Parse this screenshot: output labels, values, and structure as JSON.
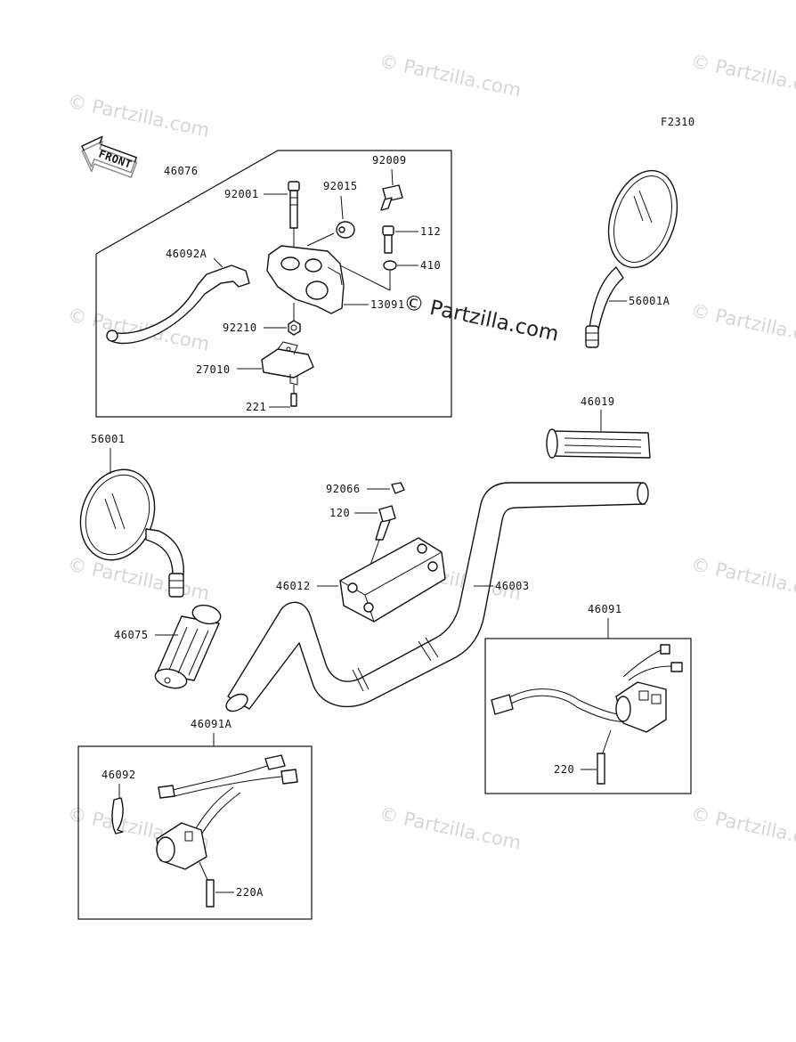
{
  "figure_code": "F2310",
  "front_label": "FRONT",
  "watermark": "© Partzilla.com",
  "watermark_center": "© Partzilla.com",
  "groups": {
    "lever_assembly": [
      "46076",
      "46092A",
      "92001",
      "92015",
      "92009",
      "112",
      "410",
      "13091",
      "92210",
      "27010",
      "221"
    ],
    "switch_left": [
      "46091A",
      "46092",
      "220A"
    ],
    "switch_right": [
      "46091",
      "220"
    ]
  },
  "labels": {
    "p46076": "46076",
    "p92009": "92009",
    "p92001": "92001",
    "p92015": "92015",
    "p112": "112",
    "p410": "410",
    "p46092A": "46092A",
    "p13091": "13091",
    "p92210": "92210",
    "p27010": "27010",
    "p221": "221",
    "p56001A": "56001A",
    "p46019": "46019",
    "p56001": "56001",
    "p92066": "92066",
    "p120": "120",
    "p46012": "46012",
    "p46003": "46003",
    "p46075": "46075",
    "p46091": "46091",
    "p220": "220",
    "p46091A": "46091A",
    "p46092": "46092",
    "p220A": "220A"
  }
}
